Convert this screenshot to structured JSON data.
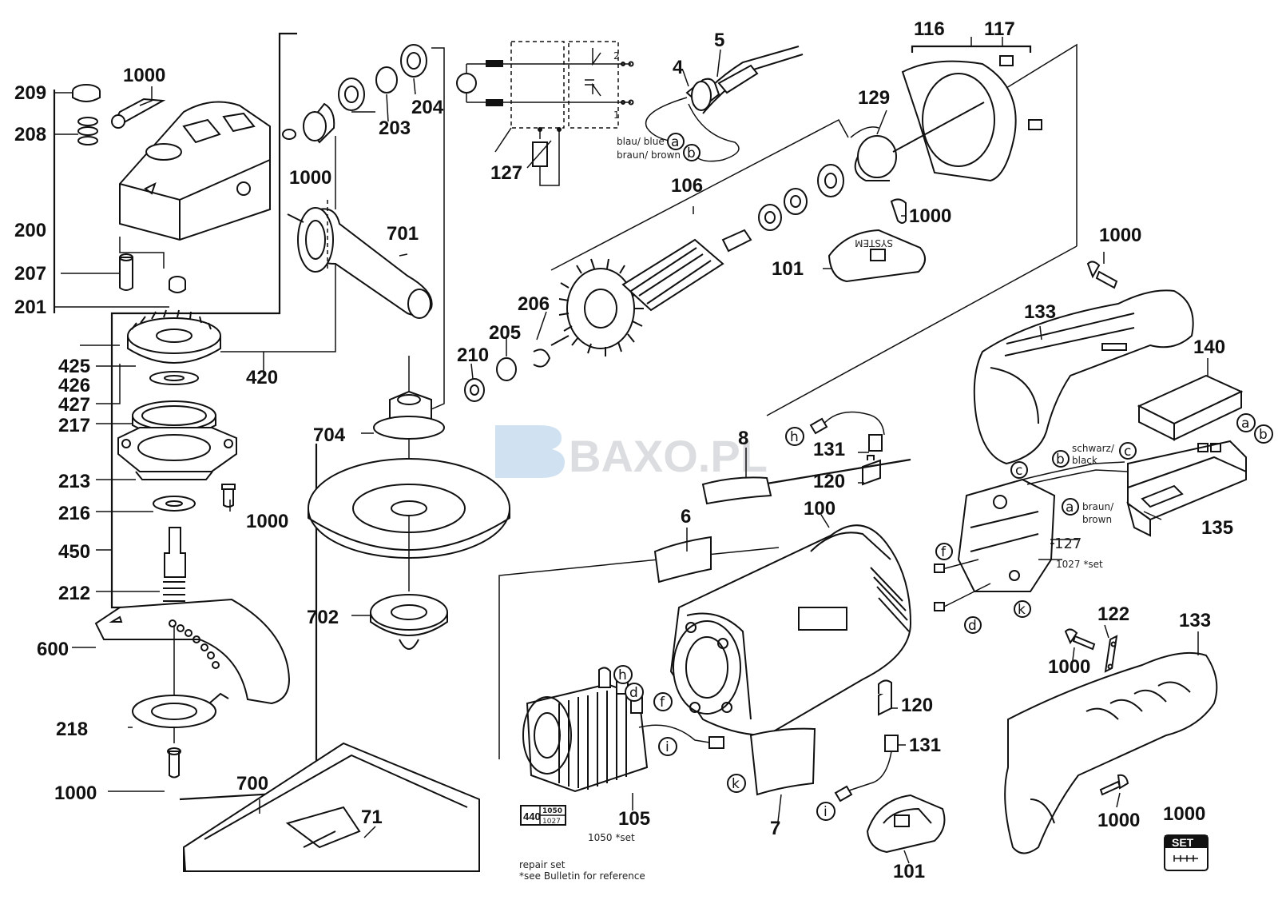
{
  "watermark": "BAXO.PL",
  "labels": {
    "l209": "209",
    "l208": "208",
    "l200": "200",
    "l207": "207",
    "l201": "201",
    "l1000a": "1000",
    "l1000b": "1000",
    "l425": "425",
    "l426": "426",
    "l427": "427",
    "l217": "217",
    "l213": "213",
    "l216": "216",
    "l450": "450",
    "l212": "212",
    "l600": "600",
    "l218": "218",
    "l1000c": "1000",
    "l1000d": "1000",
    "l700": "700",
    "l71": "71",
    "l203": "203",
    "l204": "204",
    "l701": "701",
    "l420": "420",
    "l704": "704",
    "l702": "702",
    "l127a": "127",
    "l4": "4",
    "l5": "5",
    "l106": "106",
    "l206": "206",
    "l205": "205",
    "l210": "210",
    "l116": "116",
    "l117": "117",
    "l129": "129",
    "l1000e": "1000",
    "l101a": "101",
    "l1000f": "1000",
    "l133a": "133",
    "l140": "140",
    "l8": "8",
    "l131a": "131",
    "l120a": "120",
    "l6": "6",
    "l100": "100",
    "l127b": "127",
    "l1027set": "1027 *set",
    "l135": "135",
    "l122": "122",
    "l1000g": "1000",
    "l133b": "133",
    "l120b": "120",
    "l131b": "131",
    "l7": "7",
    "l101b": "101",
    "l105": "105",
    "l1050set": "1050 *set",
    "l1000h": "1000",
    "l1000i": "1000",
    "lset": "SET"
  },
  "wires": {
    "blue": "blau/ blue",
    "brown": "braun/ brown",
    "black_de": "schwarz/",
    "black_en": "black",
    "brown_de": "braun/",
    "brown_en": "brown"
  },
  "connectors": {
    "a": "a",
    "b": "b",
    "c": "c",
    "d": "d",
    "f": "f",
    "h": "h",
    "i": "i",
    "k": "k"
  },
  "switch_terms": {
    "t1": "1",
    "t2": "2"
  },
  "legend": {
    "box_main": "440",
    "box_top": "1050",
    "box_bottom": "1027",
    "line1": "repair set",
    "line2": "*see Bulletin for reference"
  },
  "badge_text": "SYSTEM"
}
